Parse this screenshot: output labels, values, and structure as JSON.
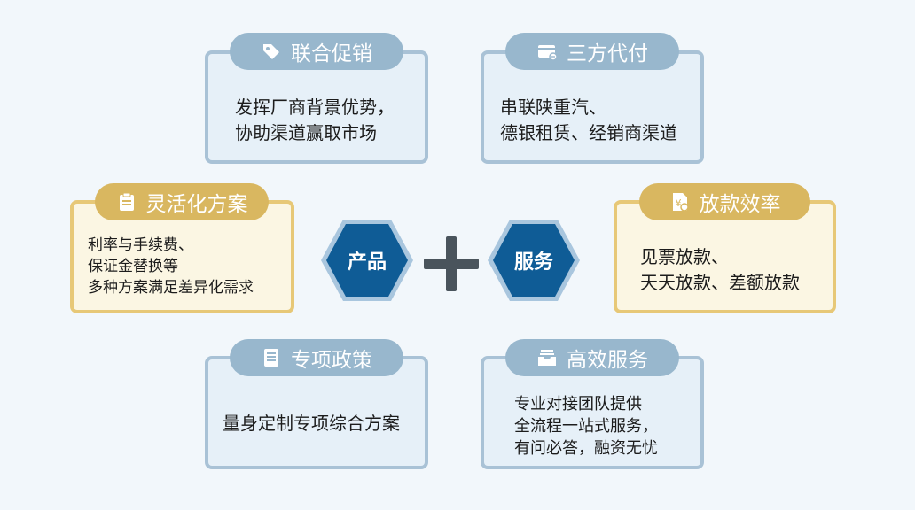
{
  "center": {
    "left_label": "产品",
    "right_label": "服务"
  },
  "cards": {
    "joint_promo": {
      "title": "联合促销",
      "lines": [
        "发挥厂商背景优势，",
        "协助渠道赢取市场"
      ]
    },
    "third_party_pay": {
      "title": "三方代付",
      "lines": [
        "串联陕重汽、",
        "德银租赁、经销商渠道"
      ]
    },
    "flexible_plan": {
      "title": "灵活化方案",
      "lines": [
        "利率与手续费、",
        "保证金替换等",
        "多种方案满足差异化需求"
      ]
    },
    "loan_efficiency": {
      "title": "放款效率",
      "lines": [
        "见票放款、",
        "天天放款、差额放款"
      ]
    },
    "special_policy": {
      "title": "专项政策",
      "lines": [
        "量身定制专项综合方案"
      ]
    },
    "efficient_service": {
      "title": "高效服务",
      "lines": [
        "专业对接团队提供",
        "全流程一站式服务，",
        "有问必答，融资无忧"
      ]
    }
  },
  "colors": {
    "hexagon": "#0f5c96",
    "hexagon_border": "#a9c6de",
    "plus": "#4a545c",
    "blue_pill": "#98b7cd",
    "yellow_pill": "#d9b760"
  }
}
